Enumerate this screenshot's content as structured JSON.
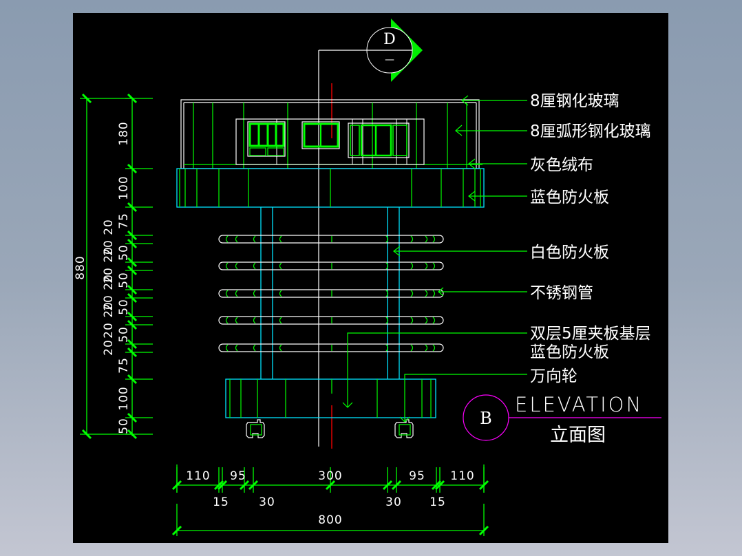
{
  "drawing": {
    "title_en": "ELEVATION",
    "title_cn": "立面图",
    "view_marker": "B",
    "section_marker": {
      "letter": "D",
      "sub": "—"
    }
  },
  "colors": {
    "background": "#000000",
    "dimension_lines": "#00ff00",
    "structure": "#ffffff",
    "blue_panels": "#00e5ff",
    "center_line": "#ff0000",
    "title_marker": "#ff00ff"
  },
  "callouts": [
    {
      "text": "8厘钢化玻璃"
    },
    {
      "text": "8厘弧形钢化玻璃"
    },
    {
      "text": "灰色绒布"
    },
    {
      "text": "蓝色防火板"
    },
    {
      "text": "白色防火板"
    },
    {
      "text": "不锈钢管"
    },
    {
      "text": "双层5厘夹板基层"
    },
    {
      "text": "蓝色防火板"
    },
    {
      "text": "万向轮"
    }
  ],
  "dimensions": {
    "total_height": "880",
    "vertical_segments": [
      "180",
      "100",
      "75",
      "50",
      "50",
      "50",
      "50",
      "75",
      "100",
      "50"
    ],
    "vertical_gaps": [
      "20 20",
      "20 20",
      "20 20",
      "20 20",
      "20"
    ],
    "horizontal_top": [
      "110",
      "95",
      "300",
      "95",
      "110"
    ],
    "horizontal_small": [
      "15",
      "30",
      "30",
      "15"
    ],
    "total_width": "800"
  },
  "icons": {
    "section_marker": "section-arrow-icon",
    "view_marker": "view-circle-icon"
  }
}
